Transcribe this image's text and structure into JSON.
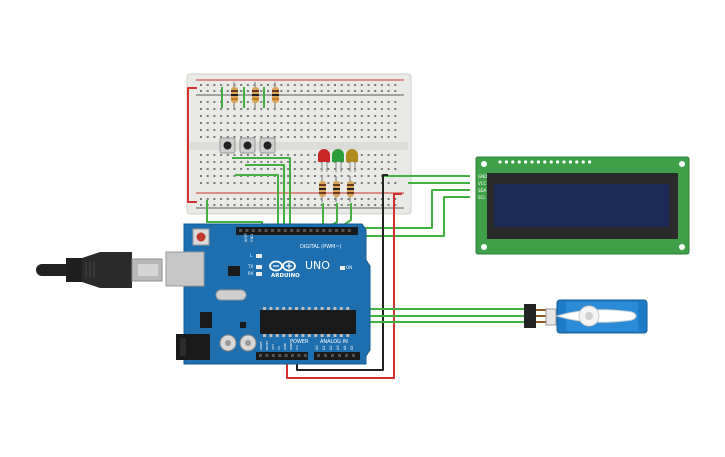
{
  "arduino": {
    "brand": "ARDUINO",
    "model": "UNO",
    "digital_header_label": "DIGITAL (PWM~)",
    "power_header_label": "POWER",
    "analog_header_label": "ANALOG IN",
    "led_labels": [
      "L",
      "TX",
      "RX"
    ],
    "on_label": "ON",
    "aref_label": "AREF",
    "gnd_label": "GND",
    "power_pin_labels": [
      "IOREF",
      "RESET",
      "3V3",
      "5V",
      "GND",
      "GND",
      "Vin"
    ],
    "analog_pin_labels": [
      "A0",
      "A1",
      "A2",
      "A3",
      "A4",
      "A5"
    ]
  },
  "lcd": {
    "pin_labels": [
      "GND",
      "VCC",
      "SDA",
      "SCL"
    ]
  },
  "leds": {
    "colors": [
      "#c62828",
      "#2e9e3a",
      "#b08d1c"
    ]
  },
  "wire_colors": {
    "signal": "#43b13f",
    "power": "#d32f2f",
    "ground": "#222222"
  }
}
